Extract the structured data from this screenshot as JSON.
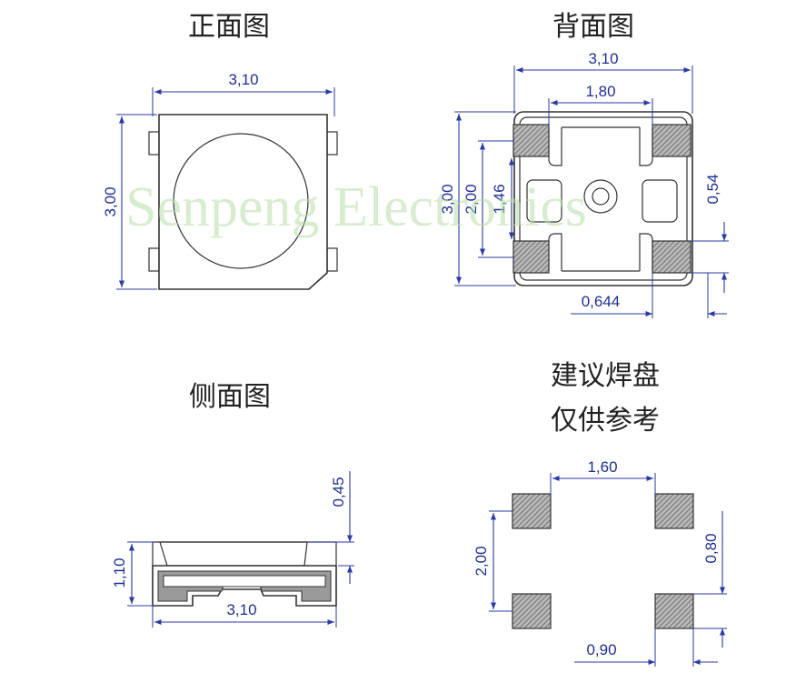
{
  "titles": {
    "front": "正面图",
    "back": "背面图",
    "side": "侧面图",
    "pad_line1": "建议焊盘",
    "pad_line2": "仅供参考"
  },
  "watermark": "Senpeng Electronics",
  "dims": {
    "front_width": "3,10",
    "front_height": "3,00",
    "back_width": "3,10",
    "back_inner_width": "1,80",
    "back_height": "3,00",
    "back_inner_height": "2,00",
    "back_gap": "1,46",
    "back_pad_height": "0,54",
    "back_pad_offset": "0,644",
    "side_top": "0,45",
    "side_height": "1,10",
    "side_width": "3,10",
    "pad_spacing_x": "1,60",
    "pad_spacing_y": "2,00",
    "pad_height": "0,80",
    "pad_width": "0,90"
  },
  "colors": {
    "dimension": "#2b3aa6",
    "outline": "#333333",
    "watermark": "#b9dfa8",
    "pad_fill": "#999999"
  }
}
